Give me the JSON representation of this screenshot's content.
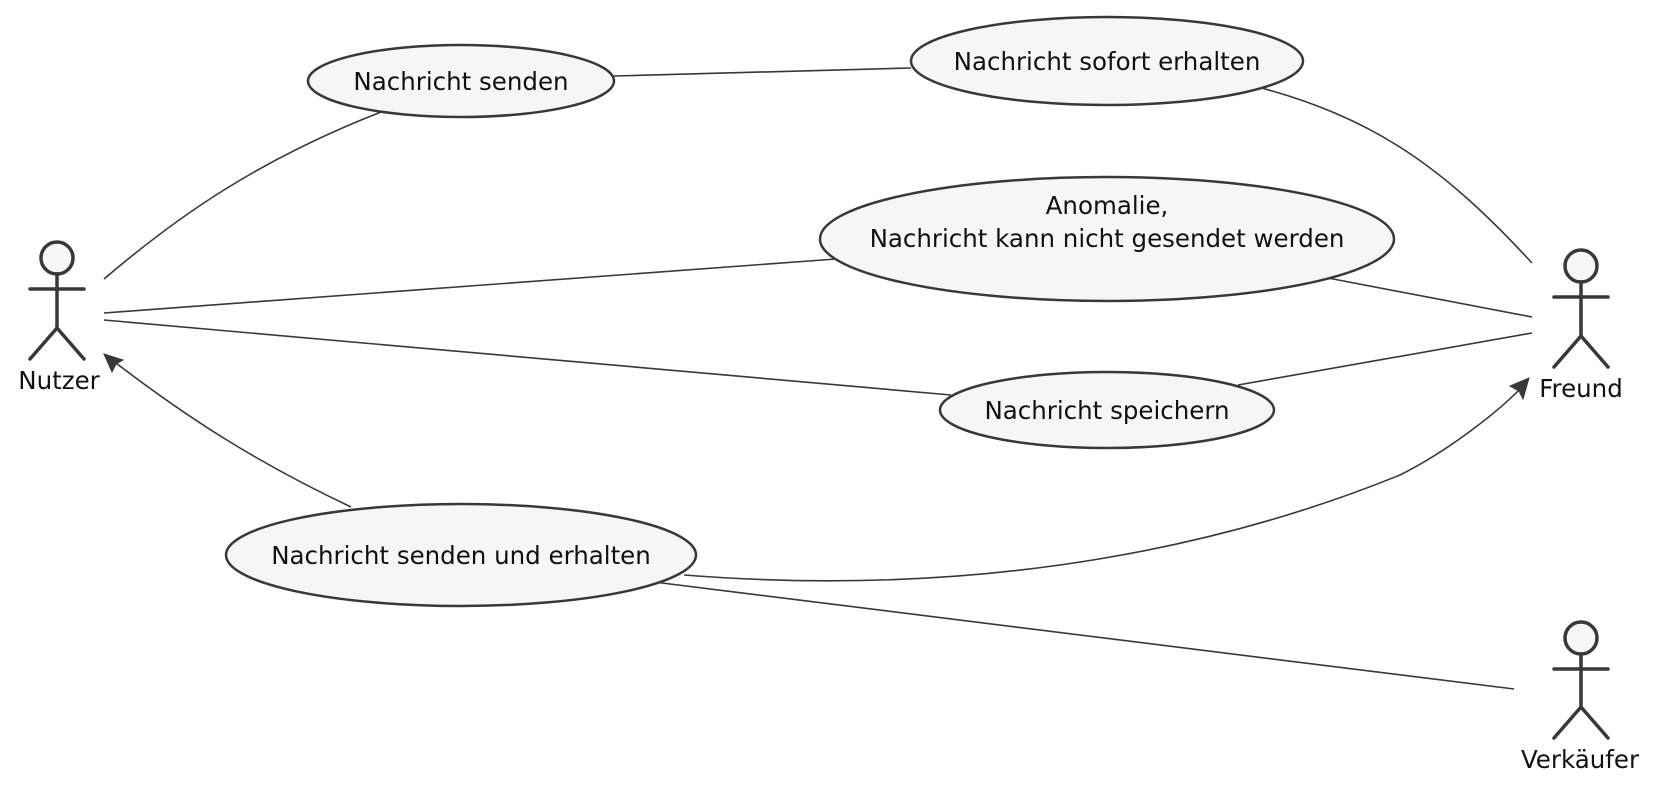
{
  "diagram": {
    "type": "use-case",
    "actors": {
      "nutzer": "Nutzer",
      "freund": "Freund",
      "verkaeufer": "Verkäufer"
    },
    "use_cases": {
      "nachricht_senden": "Nachricht senden",
      "nachricht_sofort_erhalten": "Nachricht sofort erhalten",
      "anomalie_line1": "Anomalie,",
      "anomalie_line2": "Nachricht kann nicht gesendet werden",
      "nachricht_speichern": "Nachricht speichern",
      "nachricht_senden_und_erhalten": "Nachricht senden und erhalten"
    },
    "associations": [
      {
        "from": "Nutzer",
        "to": "Nachricht senden",
        "arrow": "none"
      },
      {
        "from": "Nachricht senden",
        "to": "Nachricht sofort erhalten",
        "arrow": "none"
      },
      {
        "from": "Nachricht sofort erhalten",
        "to": "Freund",
        "arrow": "none"
      },
      {
        "from": "Nutzer",
        "to": "Anomalie, Nachricht kann nicht gesendet werden",
        "arrow": "none"
      },
      {
        "from": "Anomalie, Nachricht kann nicht gesendet werden",
        "to": "Freund",
        "arrow": "none"
      },
      {
        "from": "Nutzer",
        "to": "Nachricht speichern",
        "arrow": "none"
      },
      {
        "from": "Nachricht speichern",
        "to": "Freund",
        "arrow": "none"
      },
      {
        "from": "Nachricht senden und erhalten",
        "to": "Nutzer",
        "arrow": "to"
      },
      {
        "from": "Nachricht senden und erhalten",
        "to": "Freund",
        "arrow": "to"
      },
      {
        "from": "Nachricht senden und erhalten",
        "to": "Verkäufer",
        "arrow": "none"
      }
    ],
    "colors": {
      "stroke": "#383838",
      "fill": "#f6f6f6",
      "text": "#111111",
      "background": "#ffffff"
    }
  }
}
